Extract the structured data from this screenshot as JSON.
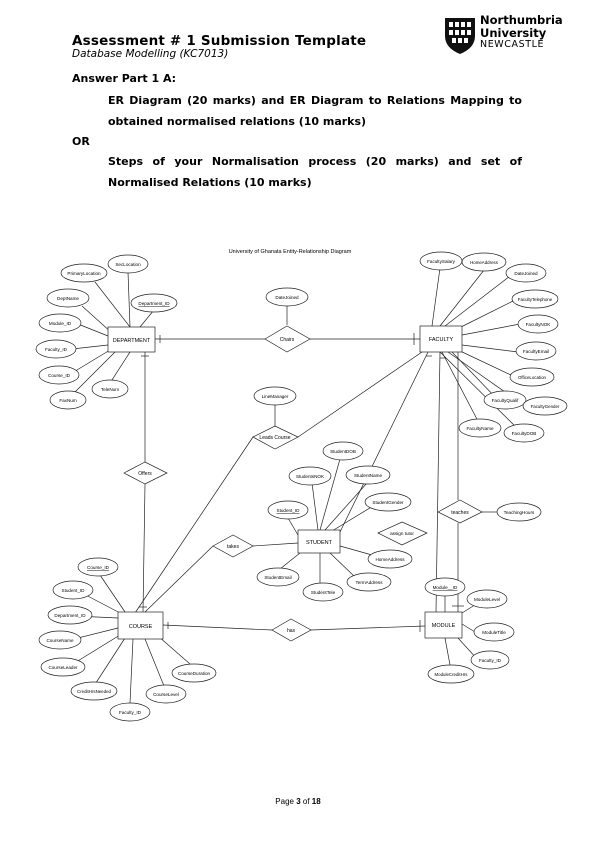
{
  "header": {
    "title": "Assessment # 1 Submission Template",
    "subtitle": "Database Modelling (KC7013)",
    "logo": {
      "icon": "university-crest-icon",
      "line1": "Northumbria",
      "line2": "University",
      "line3": "NEWCASTLE"
    }
  },
  "body": {
    "heading": "Answer Part 1 A:",
    "option_a": "ER Diagram (20 marks) and ER Diagram to Relations Mapping to obtained normalised relations (10 marks)",
    "or_label": "OR",
    "option_b": "Steps of your Normalisation process (20 marks) and set of Normalised Relations (10 marks)"
  },
  "diagram": {
    "title": "University of Ghanata Entity-Relationship Diagram",
    "entities": {
      "department": "DEPARTMENT",
      "faculty": "FACULTY",
      "student": "STUDENT",
      "course": "COURSE",
      "module": "MODULE"
    },
    "relationships": {
      "chairs": "Chairs",
      "leads_course": "Leads Course",
      "offers": "Offers",
      "takes": "takes",
      "assign_tutor": "assign tutor",
      "teaches": "teaches",
      "has": "has"
    },
    "attributes": {
      "sec_location": "SecLocation",
      "primary_location": "PrimaryLocation",
      "dept_name": "DeptName",
      "department_id": "Department_ID",
      "module_id": "Module_ID",
      "faculty_id": "Faculty_ID",
      "course_id": "Course_ID",
      "tele_num": "TeleNum",
      "fax_num": "FaxNum",
      "date_joined": "DateJoined",
      "faculty_salary": "FacultySalary",
      "home_address": "HomeAddress",
      "date_joined_f": "DateJoined",
      "faculty_telephone": "FacultyTelephone",
      "faculty_nok": "FacultyNOK",
      "faculty_email": "FacultyEmail",
      "office_location": "OfficeLocation",
      "faculty_qualif": "FacultyQualif",
      "faculty_gender": "FacultyGender",
      "faculty_name": "FacultyName",
      "faculty_dob": "FacultyDOB",
      "line_manager": "LineManager",
      "student_dob": "StudentDOB",
      "students_nok": "StudentsNOK",
      "student_name": "StudentName",
      "student_gender": "StudentGender",
      "student_id": "Student_ID",
      "s_home_address": "HomeAddress",
      "student_email": "StudentEmail",
      "term_address": "TermAddress",
      "student_tele": "StudentTele",
      "teaching_hours": "TeachingHours",
      "c_course_id": "Course_ID",
      "c_student_id": "Student_ID",
      "c_department_id": "Department_ID",
      "course_name": "CourseName",
      "course_leader": "CourseLeader",
      "credit_hrs_needed": "CreditHrsNeeded",
      "c_faculty_id": "Faculty_ID",
      "course_level": "CourseLevel",
      "course_duration": "CourseDuration",
      "m_module_id": "Module__ID",
      "module_level": "ModuleLevel",
      "module_title": "ModuleTitle",
      "m_faculty_id": "Faculty_ID",
      "module_credit_hrs": "ModuleCreditHrs"
    }
  },
  "footer": {
    "page_word": "Page",
    "page_num": "3",
    "of_word": "of",
    "total": "18"
  }
}
